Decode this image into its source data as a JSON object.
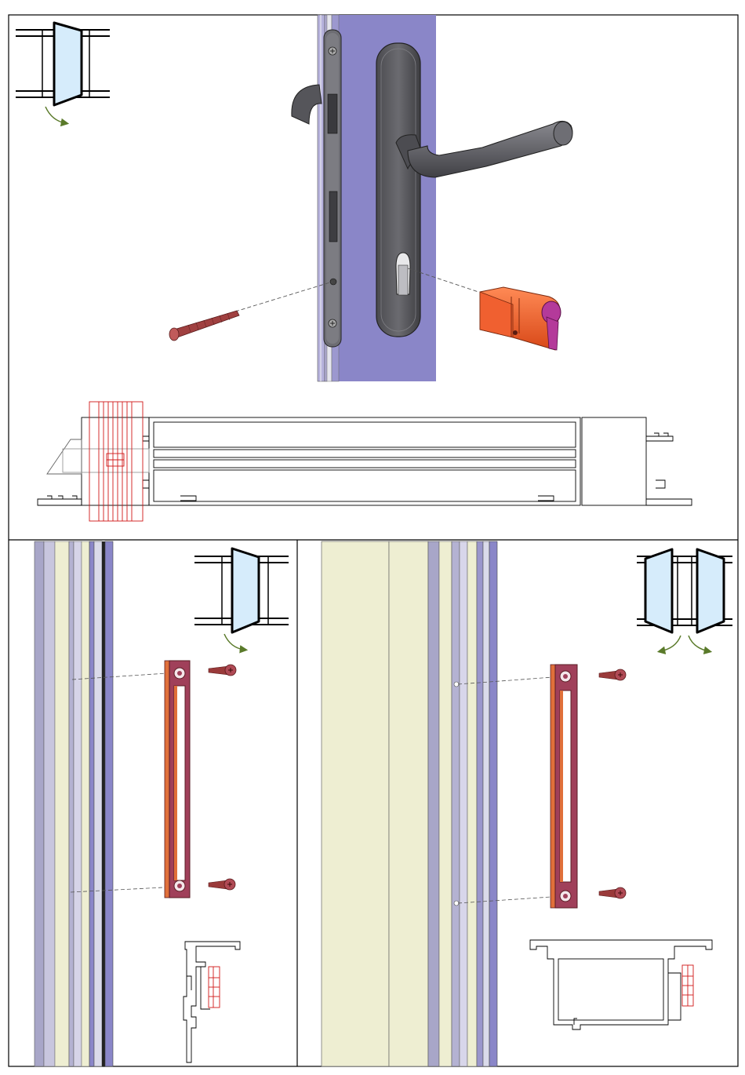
{
  "sheet": {
    "panels": [
      {
        "id": "top",
        "content": "lock-cylinder-and-handle-installation"
      },
      {
        "id": "bottom-left",
        "content": "strike-plate-installation-single-door"
      },
      {
        "id": "bottom-right",
        "content": "strike-plate-installation-double-door"
      }
    ]
  },
  "colors": {
    "frame_outline": "#000000",
    "sash_purple": "#8a86c8",
    "sash_light": "#b6b2dc",
    "frame_cream": "#eeeed2",
    "handle_gray": "#5b5b60",
    "cylinder_orange": "#f06030",
    "strike_plate": "#a0405a",
    "screw_red": "#9a3a3a",
    "glass_blue": "#d6ecfb",
    "arrow_green": "#5a7a2a",
    "section_red": "#d01818"
  },
  "icons": {
    "swing_single_top": "door-swing-single-icon",
    "swing_single_bottom": "door-swing-single-icon",
    "swing_double": "door-swing-double-icon"
  }
}
